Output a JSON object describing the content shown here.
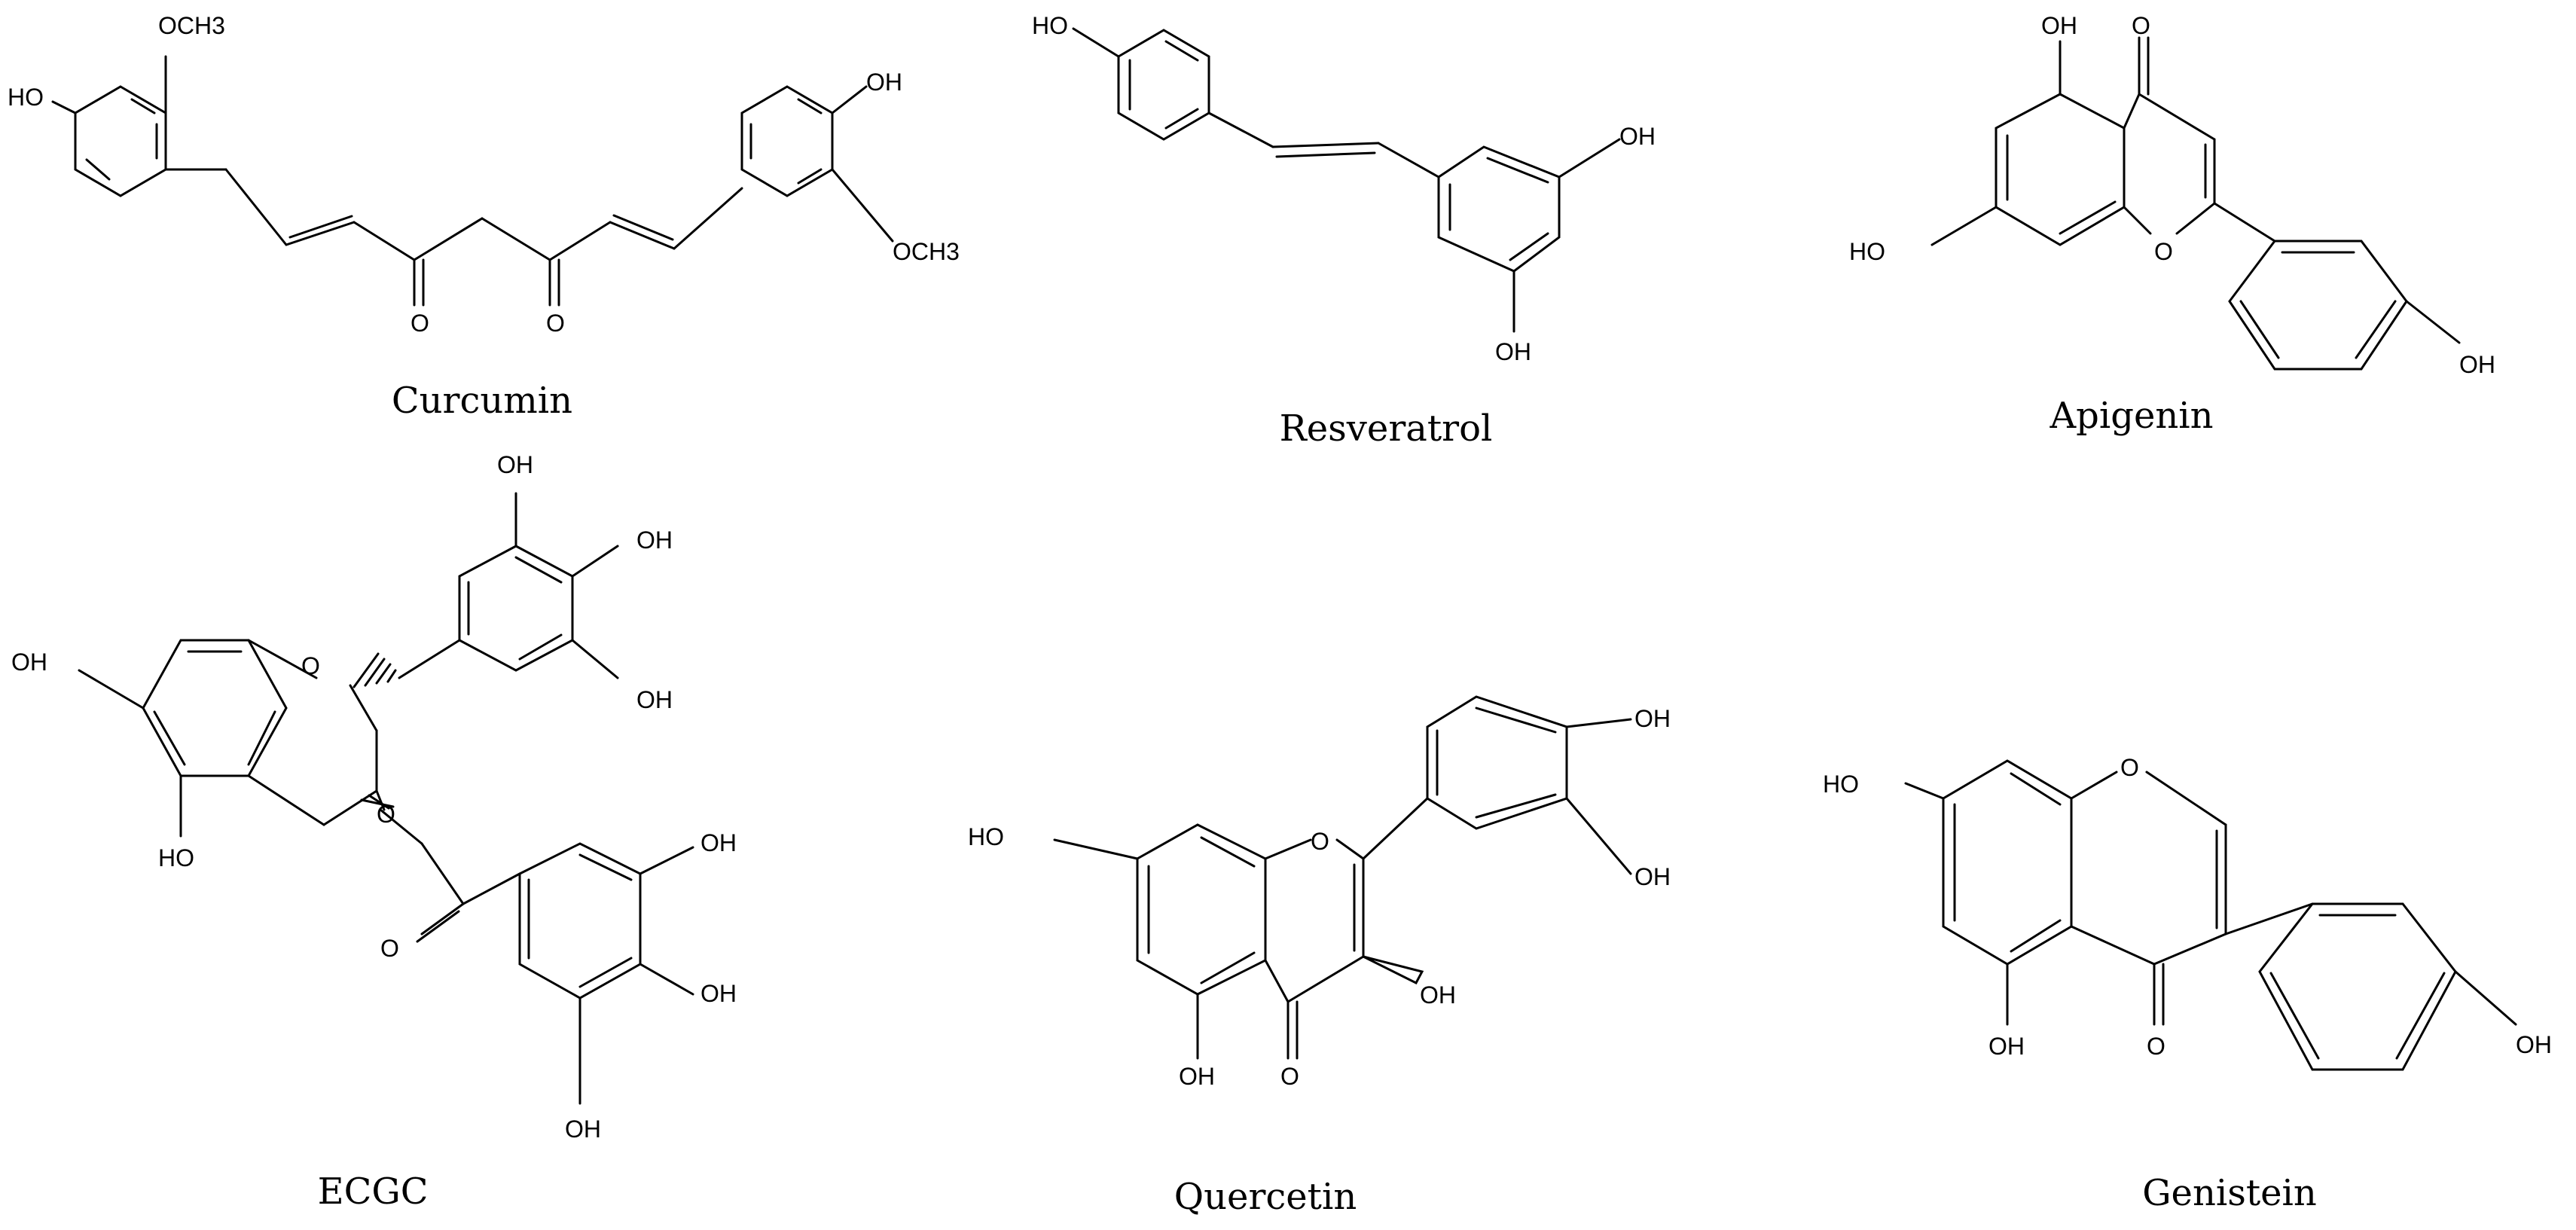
{
  "figure": {
    "compounds": [
      {
        "id": "curcumin",
        "name": "Curcumin",
        "atoms": {
          "och3_top": "OCH3",
          "oh_left": "HO",
          "oh_right": "OH",
          "och3_right": "OCH3",
          "o1": "O",
          "o2": "O"
        }
      },
      {
        "id": "resveratrol",
        "name": "Resveratrol",
        "atoms": {
          "oh_1": "HO",
          "oh_2": "OH",
          "oh_3": "OH"
        }
      },
      {
        "id": "apigenin",
        "name": "Apigenin",
        "atoms": {
          "oh_5": "OH",
          "o_keto": "O",
          "oh_7": "HO",
          "o_ring": "O",
          "oh_4p": "OH"
        }
      },
      {
        "id": "ecgc",
        "name": "ECGC",
        "atoms": {
          "oh_b1": "OH",
          "oh_b2": "OH",
          "oh_b3": "OH",
          "oh_7": "OH",
          "o_ring": "O",
          "o_ester": "O",
          "oh_5": "HO",
          "o_carbonyl": "O",
          "oh_g1": "OH",
          "oh_g2": "OH",
          "oh_g3": "OH"
        }
      },
      {
        "id": "quercetin",
        "name": "Quercetin",
        "atoms": {
          "oh_3p": "OH",
          "oh_4p": "OH",
          "oh_7": "HO",
          "o_ring": "O",
          "oh_3": "OH",
          "oh_5": "OH",
          "o_keto": "O"
        }
      },
      {
        "id": "genistein",
        "name": "Genistein",
        "atoms": {
          "oh_7": "HO",
          "o_ring": "O",
          "oh_5": "OH",
          "o_keto": "O",
          "oh_4p": "OH"
        }
      }
    ]
  }
}
